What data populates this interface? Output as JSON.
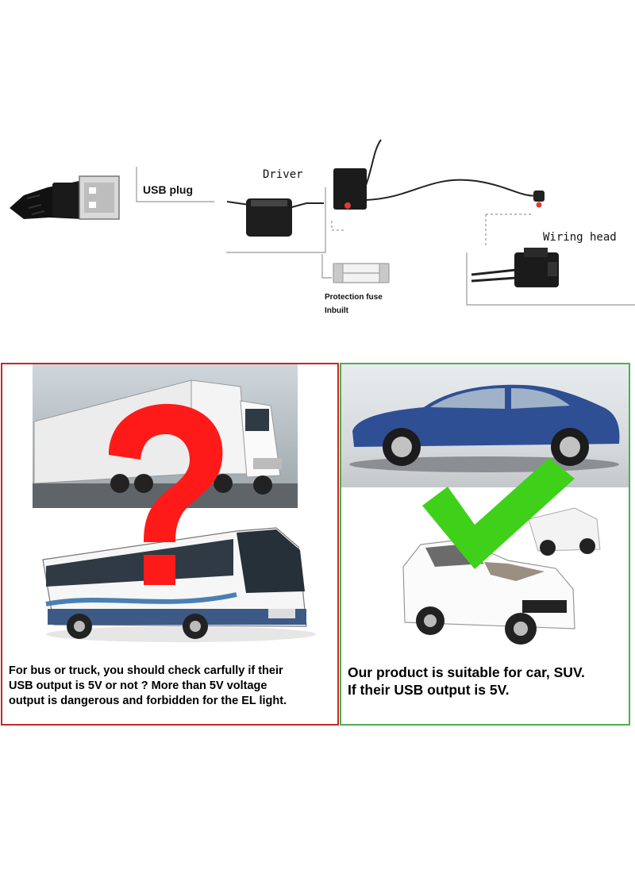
{
  "diagram": {
    "usb_plug_label": "USB plug",
    "driver_label": "Driver",
    "wiring_head_label": "Wiring head",
    "fuse_label_line1": "Protection fuse",
    "fuse_label_line2": "Inbuilt"
  },
  "warning_panel": {
    "caption": "For bus or truck, you should check carfully if their\nUSB output is 5V or not ?  More than 5V voltage\noutput is dangerous and forbidden for the EL light.",
    "border_color": "#c62828",
    "mark_color": "#ff1a1a",
    "mark_icon": "question-mark-icon"
  },
  "ok_panel": {
    "caption": "Our product is suitable for car, SUV.\nIf their USB output is 5V.",
    "border_color": "#4caf50",
    "mark_color": "#3fd11a",
    "mark_icon": "check-mark-icon"
  }
}
